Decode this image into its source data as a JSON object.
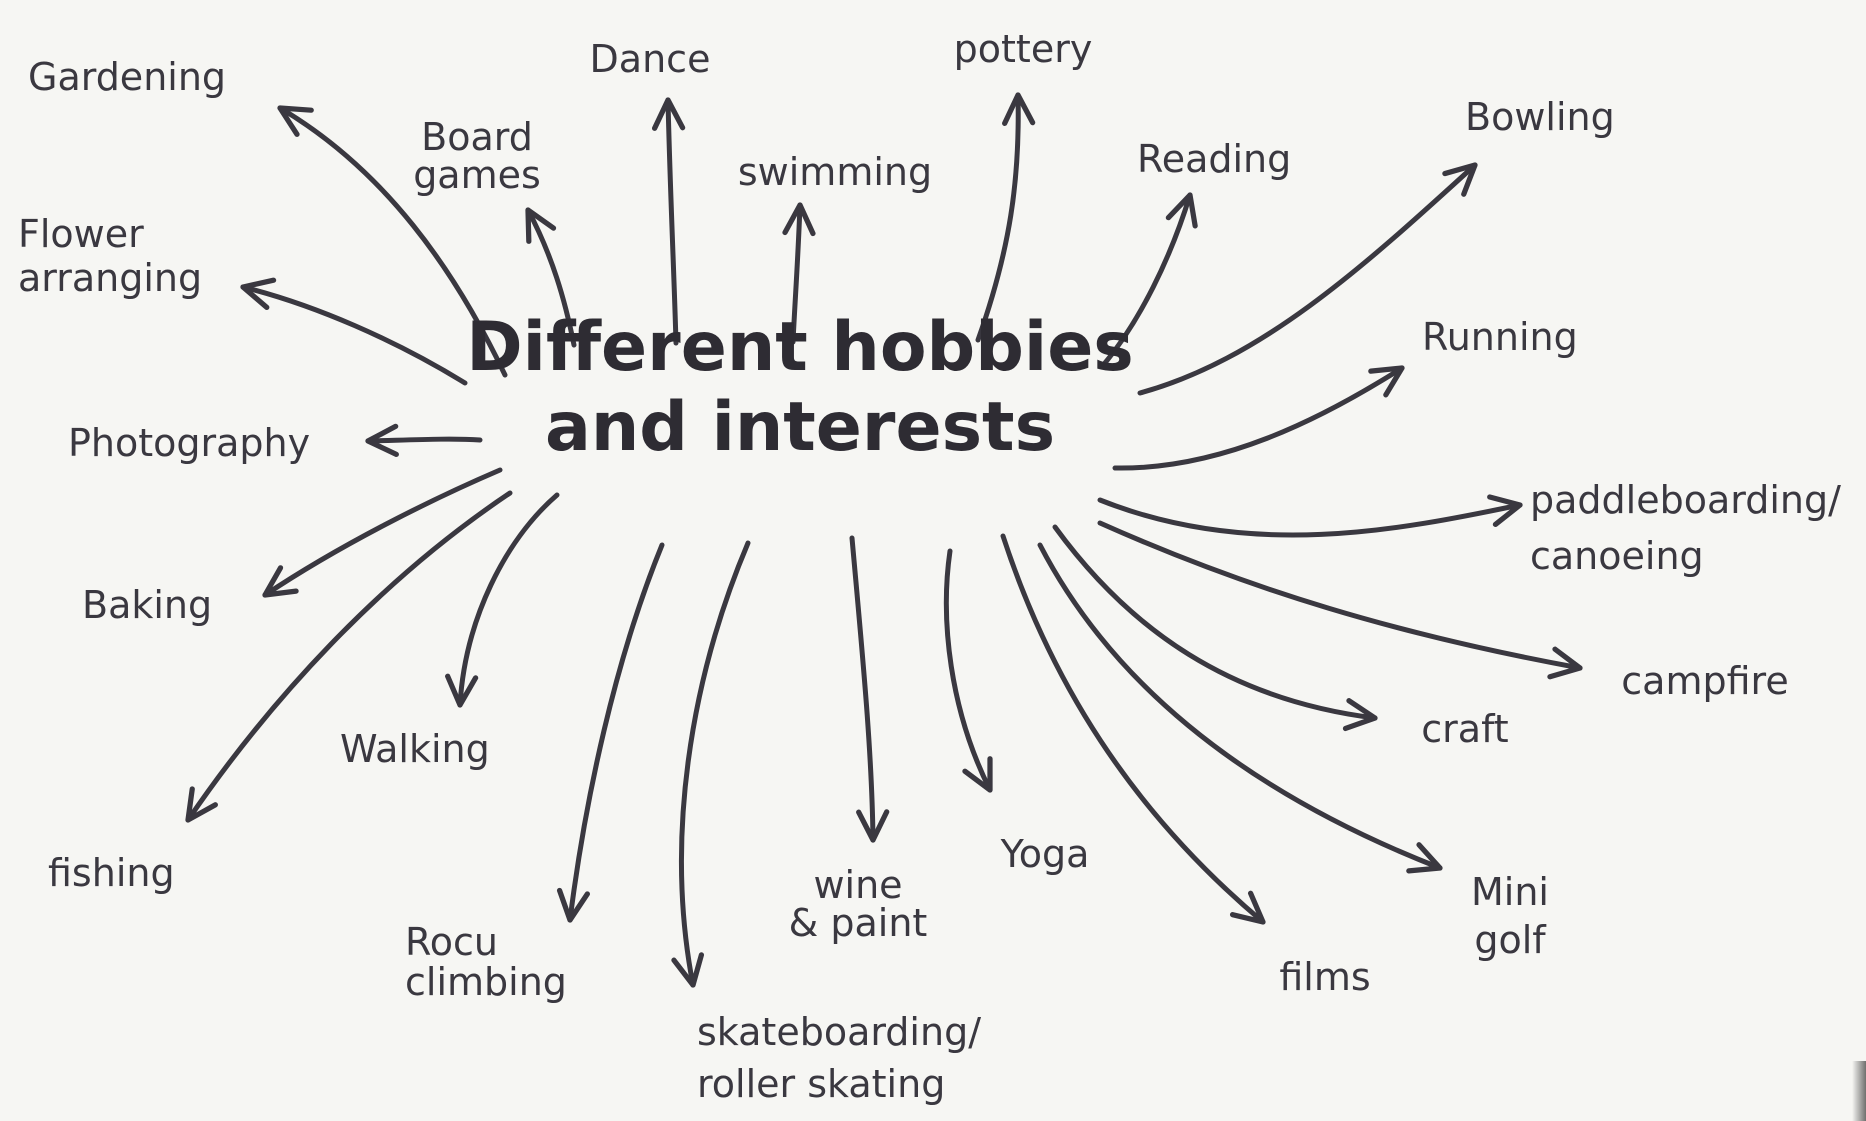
{
  "diagram": {
    "center": {
      "lines": [
        "Different hobbies",
        "and interests"
      ]
    },
    "branches": [
      {
        "id": "gardening",
        "lines": [
          "Gardening"
        ]
      },
      {
        "id": "flower-arranging",
        "lines": [
          "Flower",
          "arranging"
        ]
      },
      {
        "id": "photography",
        "lines": [
          "Photography"
        ]
      },
      {
        "id": "baking",
        "lines": [
          "Baking"
        ]
      },
      {
        "id": "fishing",
        "lines": [
          "fishing"
        ]
      },
      {
        "id": "walking",
        "lines": [
          "Walking"
        ]
      },
      {
        "id": "rock-climbing",
        "lines": [
          "Rocu",
          "climbing"
        ]
      },
      {
        "id": "skateboarding",
        "lines": [
          "skateboarding/",
          "roller skating"
        ]
      },
      {
        "id": "wine-paint",
        "lines": [
          "wine",
          "& paint"
        ]
      },
      {
        "id": "yoga",
        "lines": [
          "Yoga"
        ]
      },
      {
        "id": "films",
        "lines": [
          "films"
        ]
      },
      {
        "id": "mini-golf",
        "lines": [
          "Mini",
          "golf"
        ]
      },
      {
        "id": "craft",
        "lines": [
          "craft"
        ]
      },
      {
        "id": "campfire",
        "lines": [
          "campfire"
        ]
      },
      {
        "id": "paddleboarding",
        "lines": [
          "paddleboarding/",
          "canoeing"
        ]
      },
      {
        "id": "running",
        "lines": [
          "Running"
        ]
      },
      {
        "id": "bowling",
        "lines": [
          "Bowling"
        ]
      },
      {
        "id": "reading",
        "lines": [
          "Reading"
        ]
      },
      {
        "id": "pottery",
        "lines": [
          "pottery"
        ]
      },
      {
        "id": "swimming",
        "lines": [
          "swimming"
        ]
      },
      {
        "id": "dance",
        "lines": [
          "Dance"
        ]
      },
      {
        "id": "board-games",
        "lines": [
          "Board",
          "games"
        ]
      }
    ]
  },
  "colors": {
    "ink": "#3a3840",
    "paper": "#f6f6f3"
  }
}
